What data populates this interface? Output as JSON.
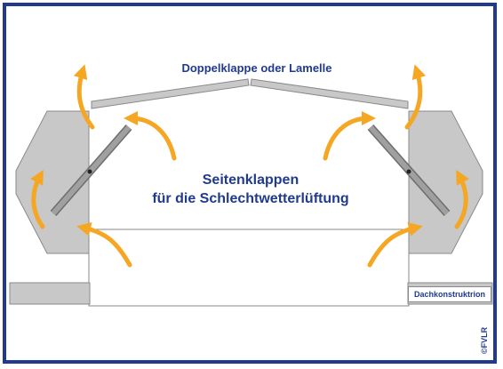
{
  "diagram": {
    "title_top": "Doppelklappe oder Lamelle",
    "center_line1": "Seitenklappen",
    "center_line2": "für die Schlechtwetterlüftung",
    "structure_label": "Dachkonstruktrion",
    "copyright": "©FVLR"
  },
  "colors": {
    "border": "#1f3a8f",
    "text": "#1f3a8f",
    "arrow": "#f5a623",
    "gray_fill": "#c8c8c8",
    "gray_stroke": "#8a8a8a",
    "flap": "#8f8f8f"
  }
}
